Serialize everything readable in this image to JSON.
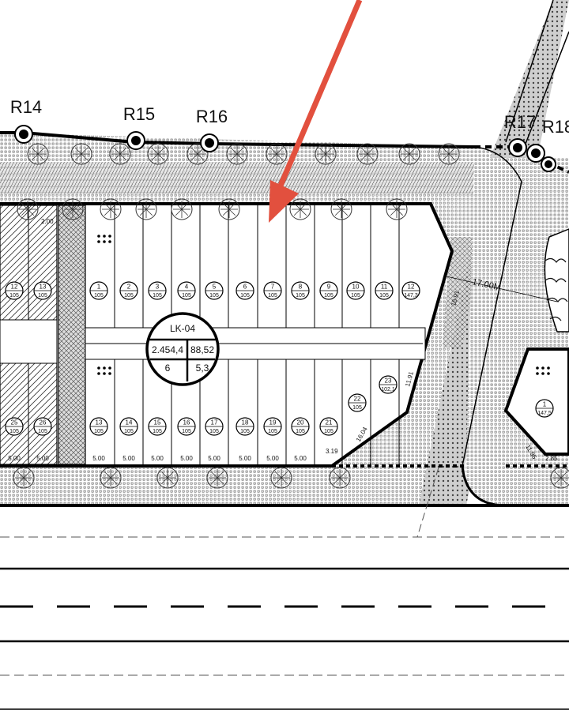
{
  "markers": [
    "R14",
    "R15",
    "R16",
    "R17",
    "R18"
  ],
  "block": {
    "name": "LK-04",
    "area": "2.454,4",
    "pct": "88,52",
    "floors": "6",
    "ratio": "5,3"
  },
  "lots_top": [
    {
      "num": "12",
      "area": "105"
    },
    {
      "num": "13",
      "area": "105"
    },
    {
      "num": "1",
      "area": "105"
    },
    {
      "num": "2",
      "area": "105"
    },
    {
      "num": "3",
      "area": "105"
    },
    {
      "num": "4",
      "area": "105"
    },
    {
      "num": "5",
      "area": "105"
    },
    {
      "num": "6",
      "area": "105"
    },
    {
      "num": "7",
      "area": "105"
    },
    {
      "num": "8",
      "area": "105"
    },
    {
      "num": "9",
      "area": "105"
    },
    {
      "num": "10",
      "area": "105"
    },
    {
      "num": "11",
      "area": "105"
    },
    {
      "num": "12",
      "area": "147,3"
    }
  ],
  "lots_bottom": [
    {
      "num": "25",
      "area": "105"
    },
    {
      "num": "26",
      "area": "105"
    },
    {
      "num": "13",
      "area": "105"
    },
    {
      "num": "14",
      "area": "105"
    },
    {
      "num": "15",
      "area": "105"
    },
    {
      "num": "16",
      "area": "105"
    },
    {
      "num": "17",
      "area": "105"
    },
    {
      "num": "18",
      "area": "105"
    },
    {
      "num": "19",
      "area": "105"
    },
    {
      "num": "20",
      "area": "105"
    },
    {
      "num": "21",
      "area": "105"
    },
    {
      "num": "22",
      "area": "105"
    },
    {
      "num": "23",
      "area": "102,1"
    }
  ],
  "right_lot": {
    "num": "1",
    "area": "147,5"
  },
  "dims": {
    "frontage": "5.00",
    "road_width": "17.00M",
    "d_3_19": "3.19",
    "d_16_04": "16.04",
    "d_11_91": "11.91",
    "d_16_91": "16.91",
    "d_2_85": "2.85",
    "d_11_96": "11.96",
    "d_2_00": "2.00"
  }
}
